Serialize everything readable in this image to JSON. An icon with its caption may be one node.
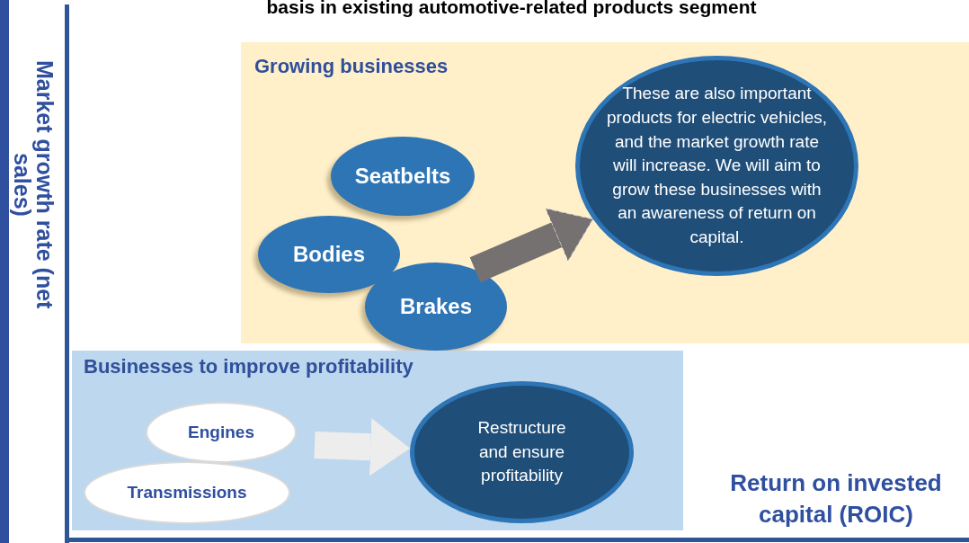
{
  "diagram": {
    "title": "basis in existing automotive-related products segment",
    "nodes": [
      {
        "text": [
          "Growing businesses"
        ]
      },
      {
        "text": [
          "Seatbelts"
        ],
        "in": 0
      },
      {
        "text": [
          "Bodies"
        ],
        "in": 0
      },
      {
        "text": [
          "Brakes"
        ]
      },
      {
        "text": [
          "These are also important products for electric vehicles, and the market growth rate will increase. We will aim to grow these businesses with an awareness of return on capital."
        ],
        "in": 0
      },
      {
        "text": [
          "Businesses to improve profitability"
        ]
      },
      {
        "text": [
          "Engines"
        ],
        "in": 5
      },
      {
        "text": [
          "Transmissions"
        ],
        "in": 5
      },
      {
        "text": [
          "Restructure and ensure profitability"
        ],
        "in": 5
      }
    ],
    "edges": [
      {
        "from": 3,
        "to": 4,
        "arrow": "to",
        "color": "#767171"
      },
      {
        "from": null,
        "to": 8,
        "arrow": "to",
        "color": "#ededed"
      }
    ],
    "labels": [
      "Market growth rate (net sales)",
      "Return on invested capital (ROIC)"
    ]
  }
}
